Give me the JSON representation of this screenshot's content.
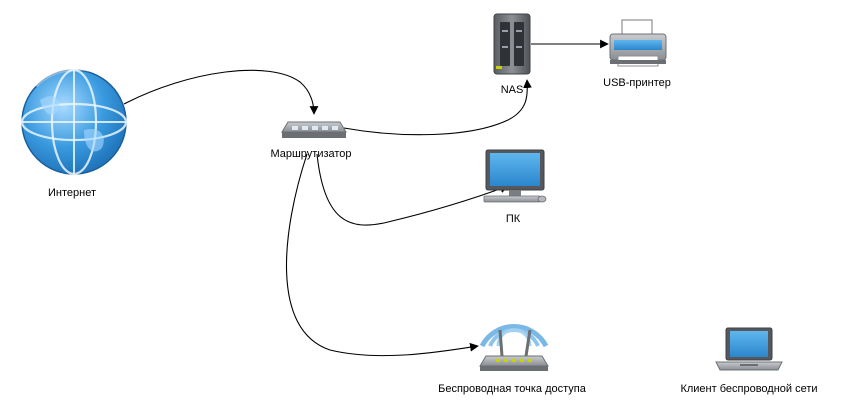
{
  "diagram": {
    "nodes": {
      "internet": {
        "label": "Интернет",
        "icon": "globe-icon"
      },
      "router": {
        "label": "Маршрутизатор",
        "icon": "router-icon"
      },
      "nas": {
        "label": "NAS",
        "icon": "nas-server-icon"
      },
      "printer": {
        "label": "USB-принтер",
        "icon": "printer-icon"
      },
      "pc": {
        "label": "ПК",
        "icon": "desktop-monitor-icon"
      },
      "access_point": {
        "label": "Беспроводная точка доступа",
        "icon": "wireless-access-point-icon"
      },
      "wireless_client": {
        "label": "Клиент беспроводной сети",
        "icon": "laptop-icon"
      }
    },
    "links": [
      {
        "from": "internet",
        "to": "router"
      },
      {
        "from": "router",
        "to": "nas"
      },
      {
        "from": "nas",
        "to": "printer"
      },
      {
        "from": "router",
        "to": "pc"
      },
      {
        "from": "router",
        "to": "access_point"
      }
    ],
    "colors": {
      "globe": "#2d8fd6",
      "screen": "#3a9ad9",
      "device_gray": "#8c8f94",
      "wifi_wave": "#7ab8e6",
      "status_led": "#c8d400"
    }
  }
}
